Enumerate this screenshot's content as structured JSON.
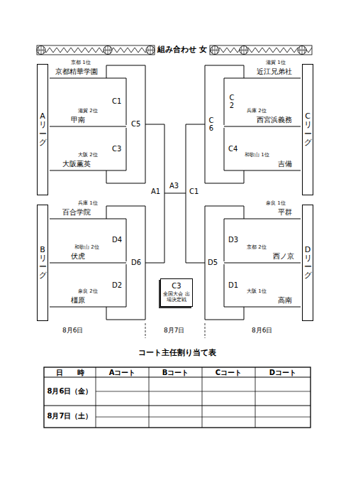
{
  "diagram": {
    "title": "組み合わせ 女",
    "nodes": [
      {
        "text": [
          "Aリーグ"
        ]
      },
      {
        "text": [
          "Bリーグ"
        ]
      },
      {
        "text": [
          "Cリーグ"
        ]
      },
      {
        "text": [
          "Dリーグ"
        ]
      },
      {
        "text": [
          "C3",
          "全国大会 出場決定戦"
        ]
      }
    ],
    "labels": [
      "京都 1位",
      "京都精華学園",
      "C1",
      "滋賀 2位",
      "甲南",
      "C5",
      "C3",
      "大阪 2位",
      "大阪薫英",
      "A3",
      "A1",
      "C1",
      "兵庫 1位",
      "百合学院",
      "D4",
      "和歌山 2位",
      "伏虎",
      "D6",
      "D2",
      "奈良 2位",
      "橿原",
      "滋賀 1位",
      "近江兄弟社",
      "C2",
      "C6",
      "兵庫 2位",
      "西宮浜義務",
      "C4",
      "和歌山 1位",
      "吉備",
      "奈良 1位",
      "平群",
      "D3",
      "京都 2位",
      "西ノ京",
      "D5",
      "D1",
      "大阪 1位",
      "高南",
      "8月6日",
      "8月7日",
      "8月6日",
      "コート主任割り当て表",
      "日　　時",
      "Aコート",
      "Bコート",
      "Cコート",
      "Dコート",
      "8月6日（金）",
      "8月7日（土）"
    ]
  }
}
